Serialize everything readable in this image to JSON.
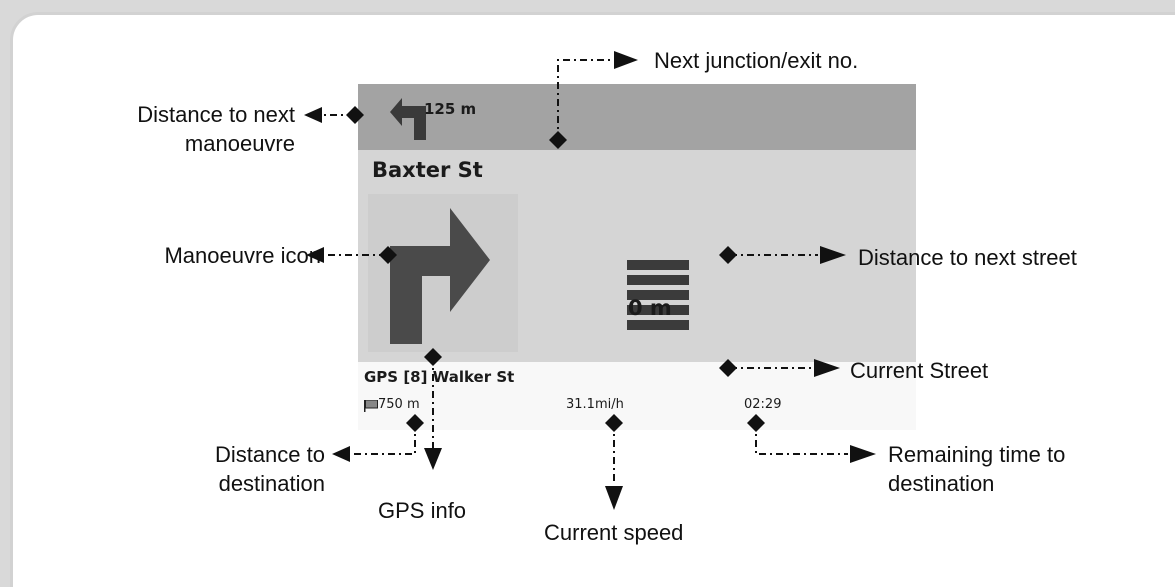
{
  "device_screen": {
    "top_distance": "125 m",
    "street_name": "Baxter St",
    "next_street_distance": "0 m",
    "gps_status": "GPS [8] Walker St",
    "destination_distance": "750 m",
    "speed": "31.1mi/h",
    "remaining_time": "02:29"
  },
  "callouts": {
    "distance_next_manoeuvre": [
      "Distance to next",
      "manoeuvre"
    ],
    "next_junction": "Next junction/exit no.",
    "manoeuvre_icon": "Manoeuvre icon",
    "distance_next_street": "Distance to next street",
    "current_street": "Current Street",
    "distance_destination": [
      "Distance to",
      "destination"
    ],
    "gps_info": "GPS info",
    "current_speed": "Current speed",
    "remaining_time": [
      "Remaining time to",
      "destination"
    ]
  },
  "colors": {
    "top_bar": "#a3a3a3",
    "main_area": "#d5d5d5",
    "arrow": "#4a4a4a",
    "connector": "#111111"
  },
  "icons": [
    "turn-left-icon",
    "turn-right-arrow-icon",
    "distance-bars-icon",
    "flag-icon",
    "diamond-marker-icon",
    "arrowhead-icon"
  ]
}
